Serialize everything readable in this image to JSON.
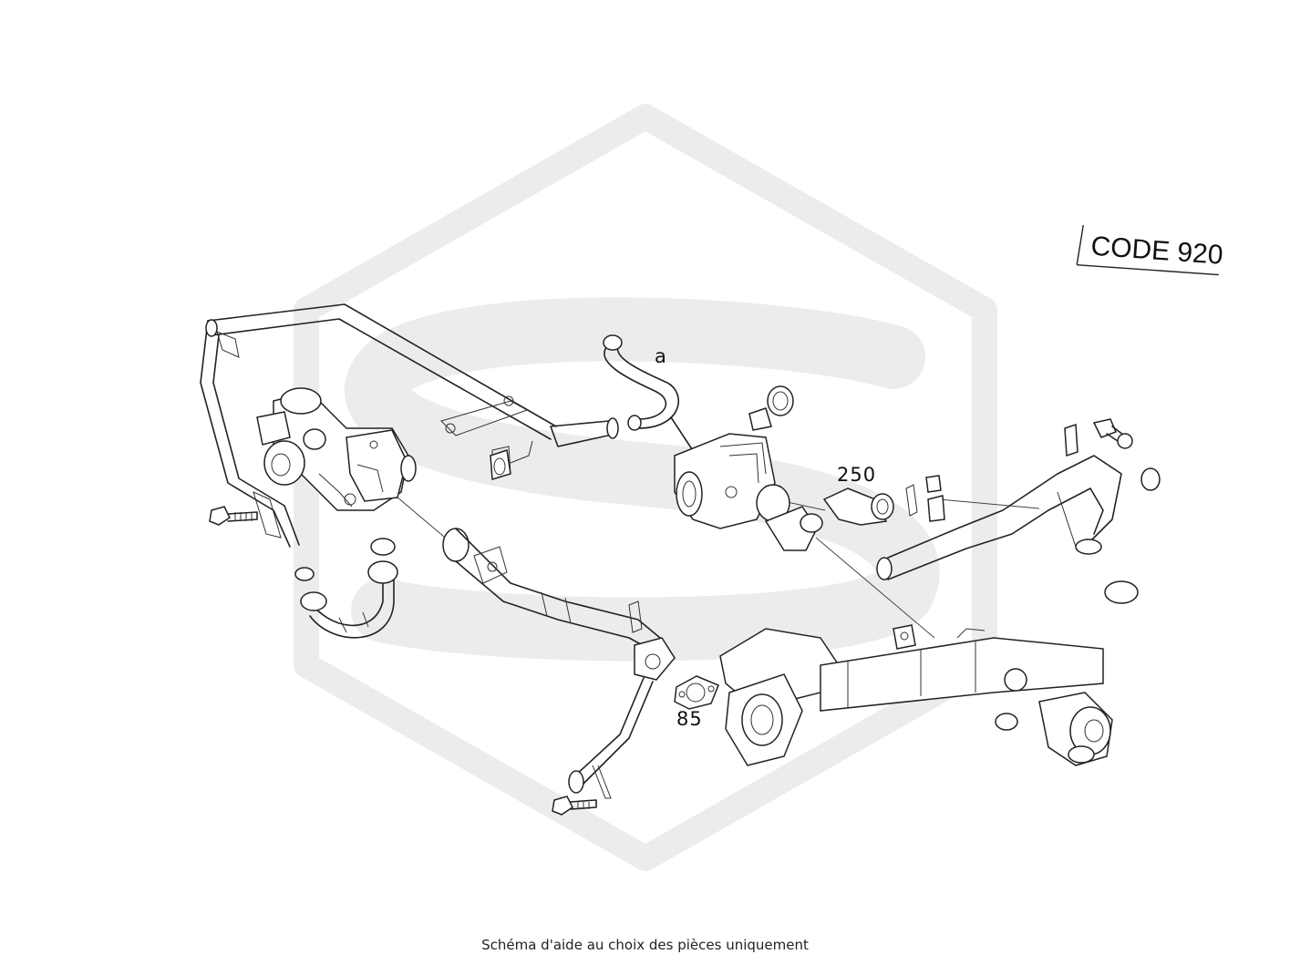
{
  "code_label": "CODE 920",
  "callouts": {
    "a": "a",
    "c250": "250",
    "c85": "85"
  },
  "footer_note": "Schéma d'aide au choix des pièces uniquement",
  "colors": {
    "line": "#222222",
    "watermark": "#ececec",
    "background": "#ffffff"
  }
}
